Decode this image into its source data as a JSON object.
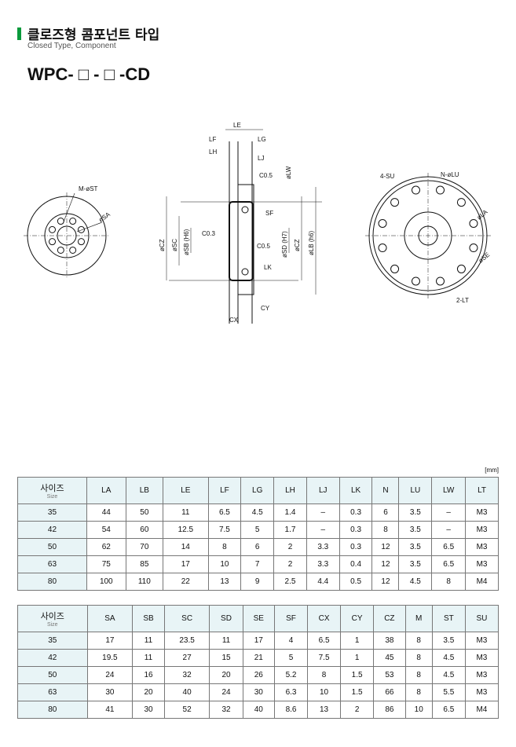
{
  "header": {
    "title": "클로즈형 콤포넌트 타입",
    "subtitle": "Closed Type, Component",
    "model": "WPC- □ - □ -CD",
    "accent": "#0a9a3c"
  },
  "drawing": {
    "left_labels": [
      "M-øST",
      "øSA"
    ],
    "mid_labels": [
      "LE",
      "LF",
      "LG",
      "LH",
      "LJ",
      "C0.5",
      "øLW",
      "SF",
      "C0.3",
      "øCZ",
      "øSC",
      "øSB (H6)",
      "øSD (H7)",
      "øCZ",
      "øLB (h6)",
      "C0.5",
      "LK",
      "CY",
      "CX"
    ],
    "right_labels": [
      "4-SU",
      "N-øLU",
      "øLA",
      "øSE",
      "2-LT"
    ]
  },
  "unit": "[mm]",
  "size_label": "사이즈",
  "size_label_en": "Size",
  "table1": {
    "headers": [
      "LA",
      "LB",
      "LE",
      "LF",
      "LG",
      "LH",
      "LJ",
      "LK",
      "N",
      "LU",
      "LW",
      "LT"
    ],
    "rows": [
      [
        "35",
        "44",
        "50",
        "11",
        "6.5",
        "4.5",
        "1.4",
        "–",
        "0.3",
        "6",
        "3.5",
        "–",
        "M3"
      ],
      [
        "42",
        "54",
        "60",
        "12.5",
        "7.5",
        "5",
        "1.7",
        "–",
        "0.3",
        "8",
        "3.5",
        "–",
        "M3"
      ],
      [
        "50",
        "62",
        "70",
        "14",
        "8",
        "6",
        "2",
        "3.3",
        "0.3",
        "12",
        "3.5",
        "6.5",
        "M3"
      ],
      [
        "63",
        "75",
        "85",
        "17",
        "10",
        "7",
        "2",
        "3.3",
        "0.4",
        "12",
        "3.5",
        "6.5",
        "M3"
      ],
      [
        "80",
        "100",
        "110",
        "22",
        "13",
        "9",
        "2.5",
        "4.4",
        "0.5",
        "12",
        "4.5",
        "8",
        "M4"
      ]
    ]
  },
  "table2": {
    "headers": [
      "SA",
      "SB",
      "SC",
      "SD",
      "SE",
      "SF",
      "CX",
      "CY",
      "CZ",
      "M",
      "ST",
      "SU"
    ],
    "rows": [
      [
        "35",
        "17",
        "11",
        "23.5",
        "11",
        "17",
        "4",
        "6.5",
        "1",
        "38",
        "8",
        "3.5",
        "M3"
      ],
      [
        "42",
        "19.5",
        "11",
        "27",
        "15",
        "21",
        "5",
        "7.5",
        "1",
        "45",
        "8",
        "4.5",
        "M3"
      ],
      [
        "50",
        "24",
        "16",
        "32",
        "20",
        "26",
        "5.2",
        "8",
        "1.5",
        "53",
        "8",
        "4.5",
        "M3"
      ],
      [
        "63",
        "30",
        "20",
        "40",
        "24",
        "30",
        "6.3",
        "10",
        "1.5",
        "66",
        "8",
        "5.5",
        "M3"
      ],
      [
        "80",
        "41",
        "30",
        "52",
        "32",
        "40",
        "8.6",
        "13",
        "2",
        "86",
        "10",
        "6.5",
        "M4"
      ]
    ]
  }
}
